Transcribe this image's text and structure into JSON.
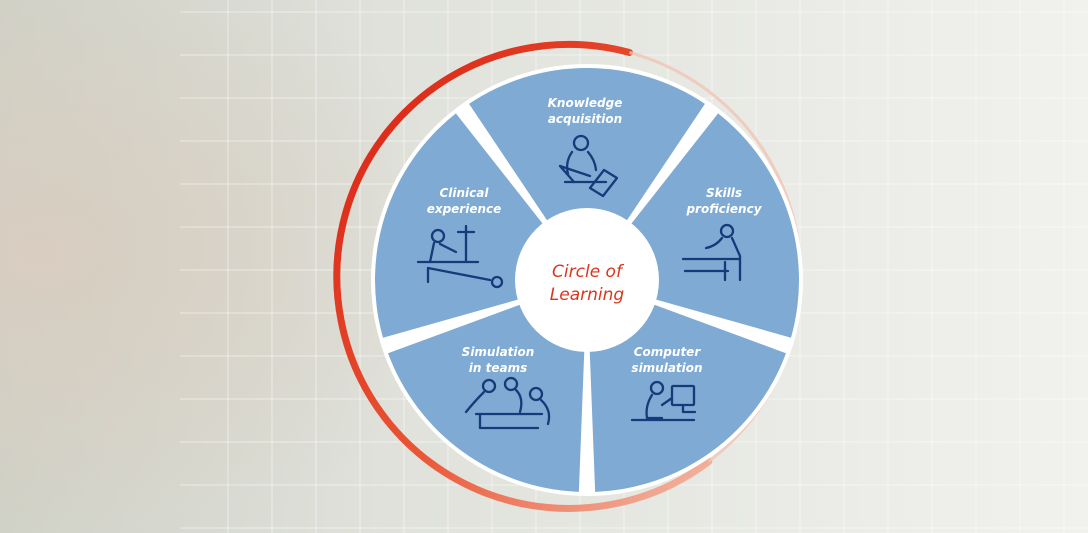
{
  "colors": {
    "segment_fill": "#7eaad3",
    "divider": "#ffffff",
    "ring": "#e23a22",
    "center_text": "#d9361e",
    "pictogram": "#163a7a"
  },
  "diagram": {
    "center": {
      "line1": "Circle of",
      "line2": "Learning"
    },
    "segments": [
      {
        "line1": "Knowledge",
        "line2": "acquisition",
        "icon": "study-desk-icon"
      },
      {
        "line1": "Skills",
        "line2": "proficiency",
        "icon": "skills-practice-icon"
      },
      {
        "line1": "Computer",
        "line2": "simulation",
        "icon": "computer-user-icon"
      },
      {
        "line1": "Simulation",
        "line2": "in teams",
        "icon": "team-simulation-icon"
      },
      {
        "line1": "Clinical",
        "line2": "experience",
        "icon": "bedside-patient-icon"
      }
    ]
  }
}
